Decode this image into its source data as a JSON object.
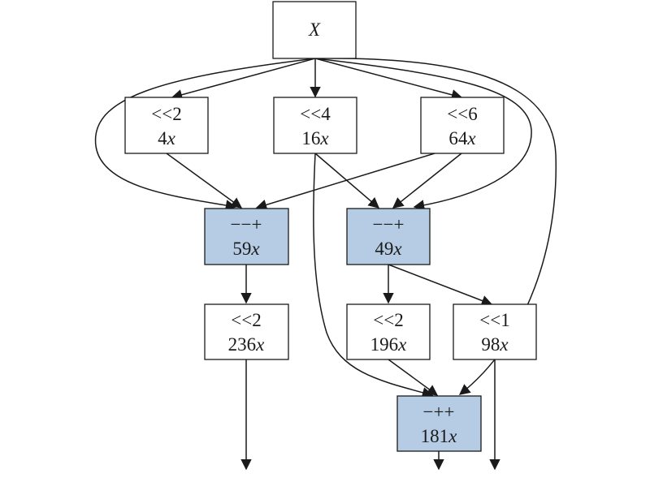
{
  "nodes": [
    {
      "id": "x",
      "line1": "",
      "coef": "",
      "var": "X",
      "fill": "#ffffff"
    },
    {
      "id": "shl2-a",
      "line1": "<<2",
      "coef": "4",
      "var": "x",
      "fill": "#ffffff"
    },
    {
      "id": "shl4",
      "line1": "<<4",
      "coef": "16",
      "var": "x",
      "fill": "#ffffff"
    },
    {
      "id": "shl6",
      "line1": "<<6",
      "coef": "64",
      "var": "x",
      "fill": "#ffffff"
    },
    {
      "id": "add-59",
      "line1": "−−+",
      "coef": "59",
      "var": "x",
      "fill": "#b6cbe4"
    },
    {
      "id": "add-49",
      "line1": "−−+",
      "coef": "49",
      "var": "x",
      "fill": "#b6cbe4"
    },
    {
      "id": "shl2-236",
      "line1": "<<2",
      "coef": "236",
      "var": "x",
      "fill": "#ffffff"
    },
    {
      "id": "shl2-196",
      "line1": "<<2",
      "coef": "196",
      "var": "x",
      "fill": "#ffffff"
    },
    {
      "id": "shl1-98",
      "line1": "<<1",
      "coef": "98",
      "var": "x",
      "fill": "#ffffff"
    },
    {
      "id": "add-181",
      "line1": "−++",
      "coef": "181",
      "var": "x",
      "fill": "#b6cbe4"
    }
  ],
  "colors": {
    "adder_fill": "#b6cbe4",
    "shift_fill": "#ffffff",
    "stroke": "#1a1a1a"
  }
}
